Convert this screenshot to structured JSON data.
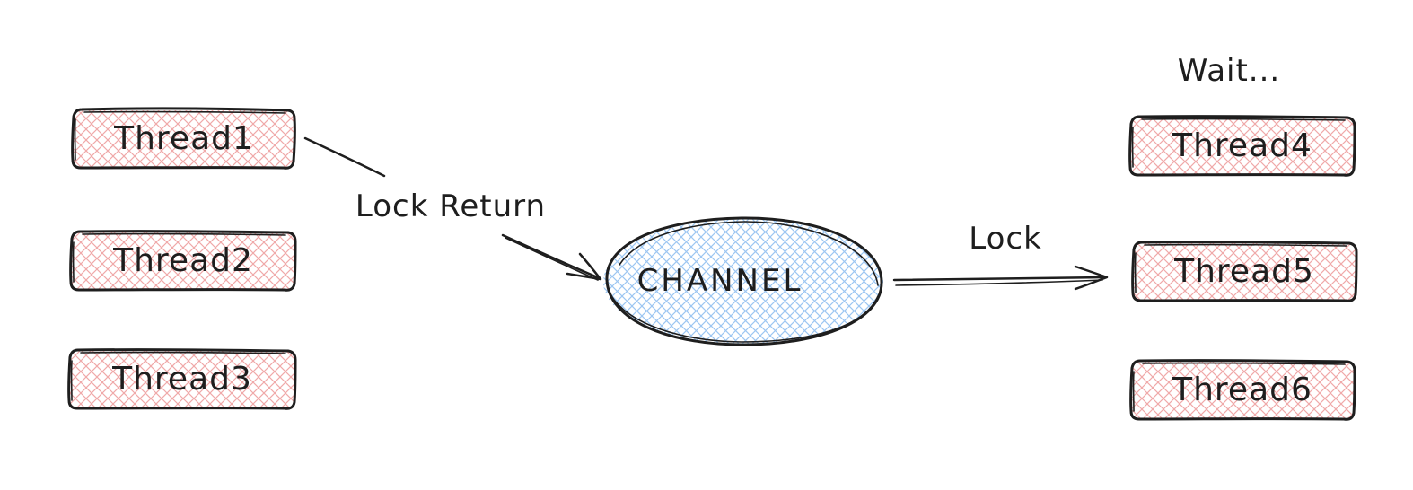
{
  "diagram": {
    "colors": {
      "thread_fill": "#f4bcbc",
      "channel_fill": "#a5cdf4",
      "stroke": "#1e1e1e",
      "background": "#ffffff"
    },
    "threads": [
      {
        "label": "Thread1"
      },
      {
        "label": "Thread2"
      },
      {
        "label": "Thread3"
      },
      {
        "label": "Thread4"
      },
      {
        "label": "Thread5"
      },
      {
        "label": "Thread6"
      }
    ],
    "channel": {
      "label": "CHANNEL"
    },
    "edges": [
      {
        "label": "Lock Return",
        "from": "Thread1",
        "to": "CHANNEL"
      },
      {
        "label": "Lock",
        "from": "CHANNEL",
        "to": "Thread5"
      }
    ],
    "notes": [
      {
        "label": "Wait..."
      }
    ]
  }
}
